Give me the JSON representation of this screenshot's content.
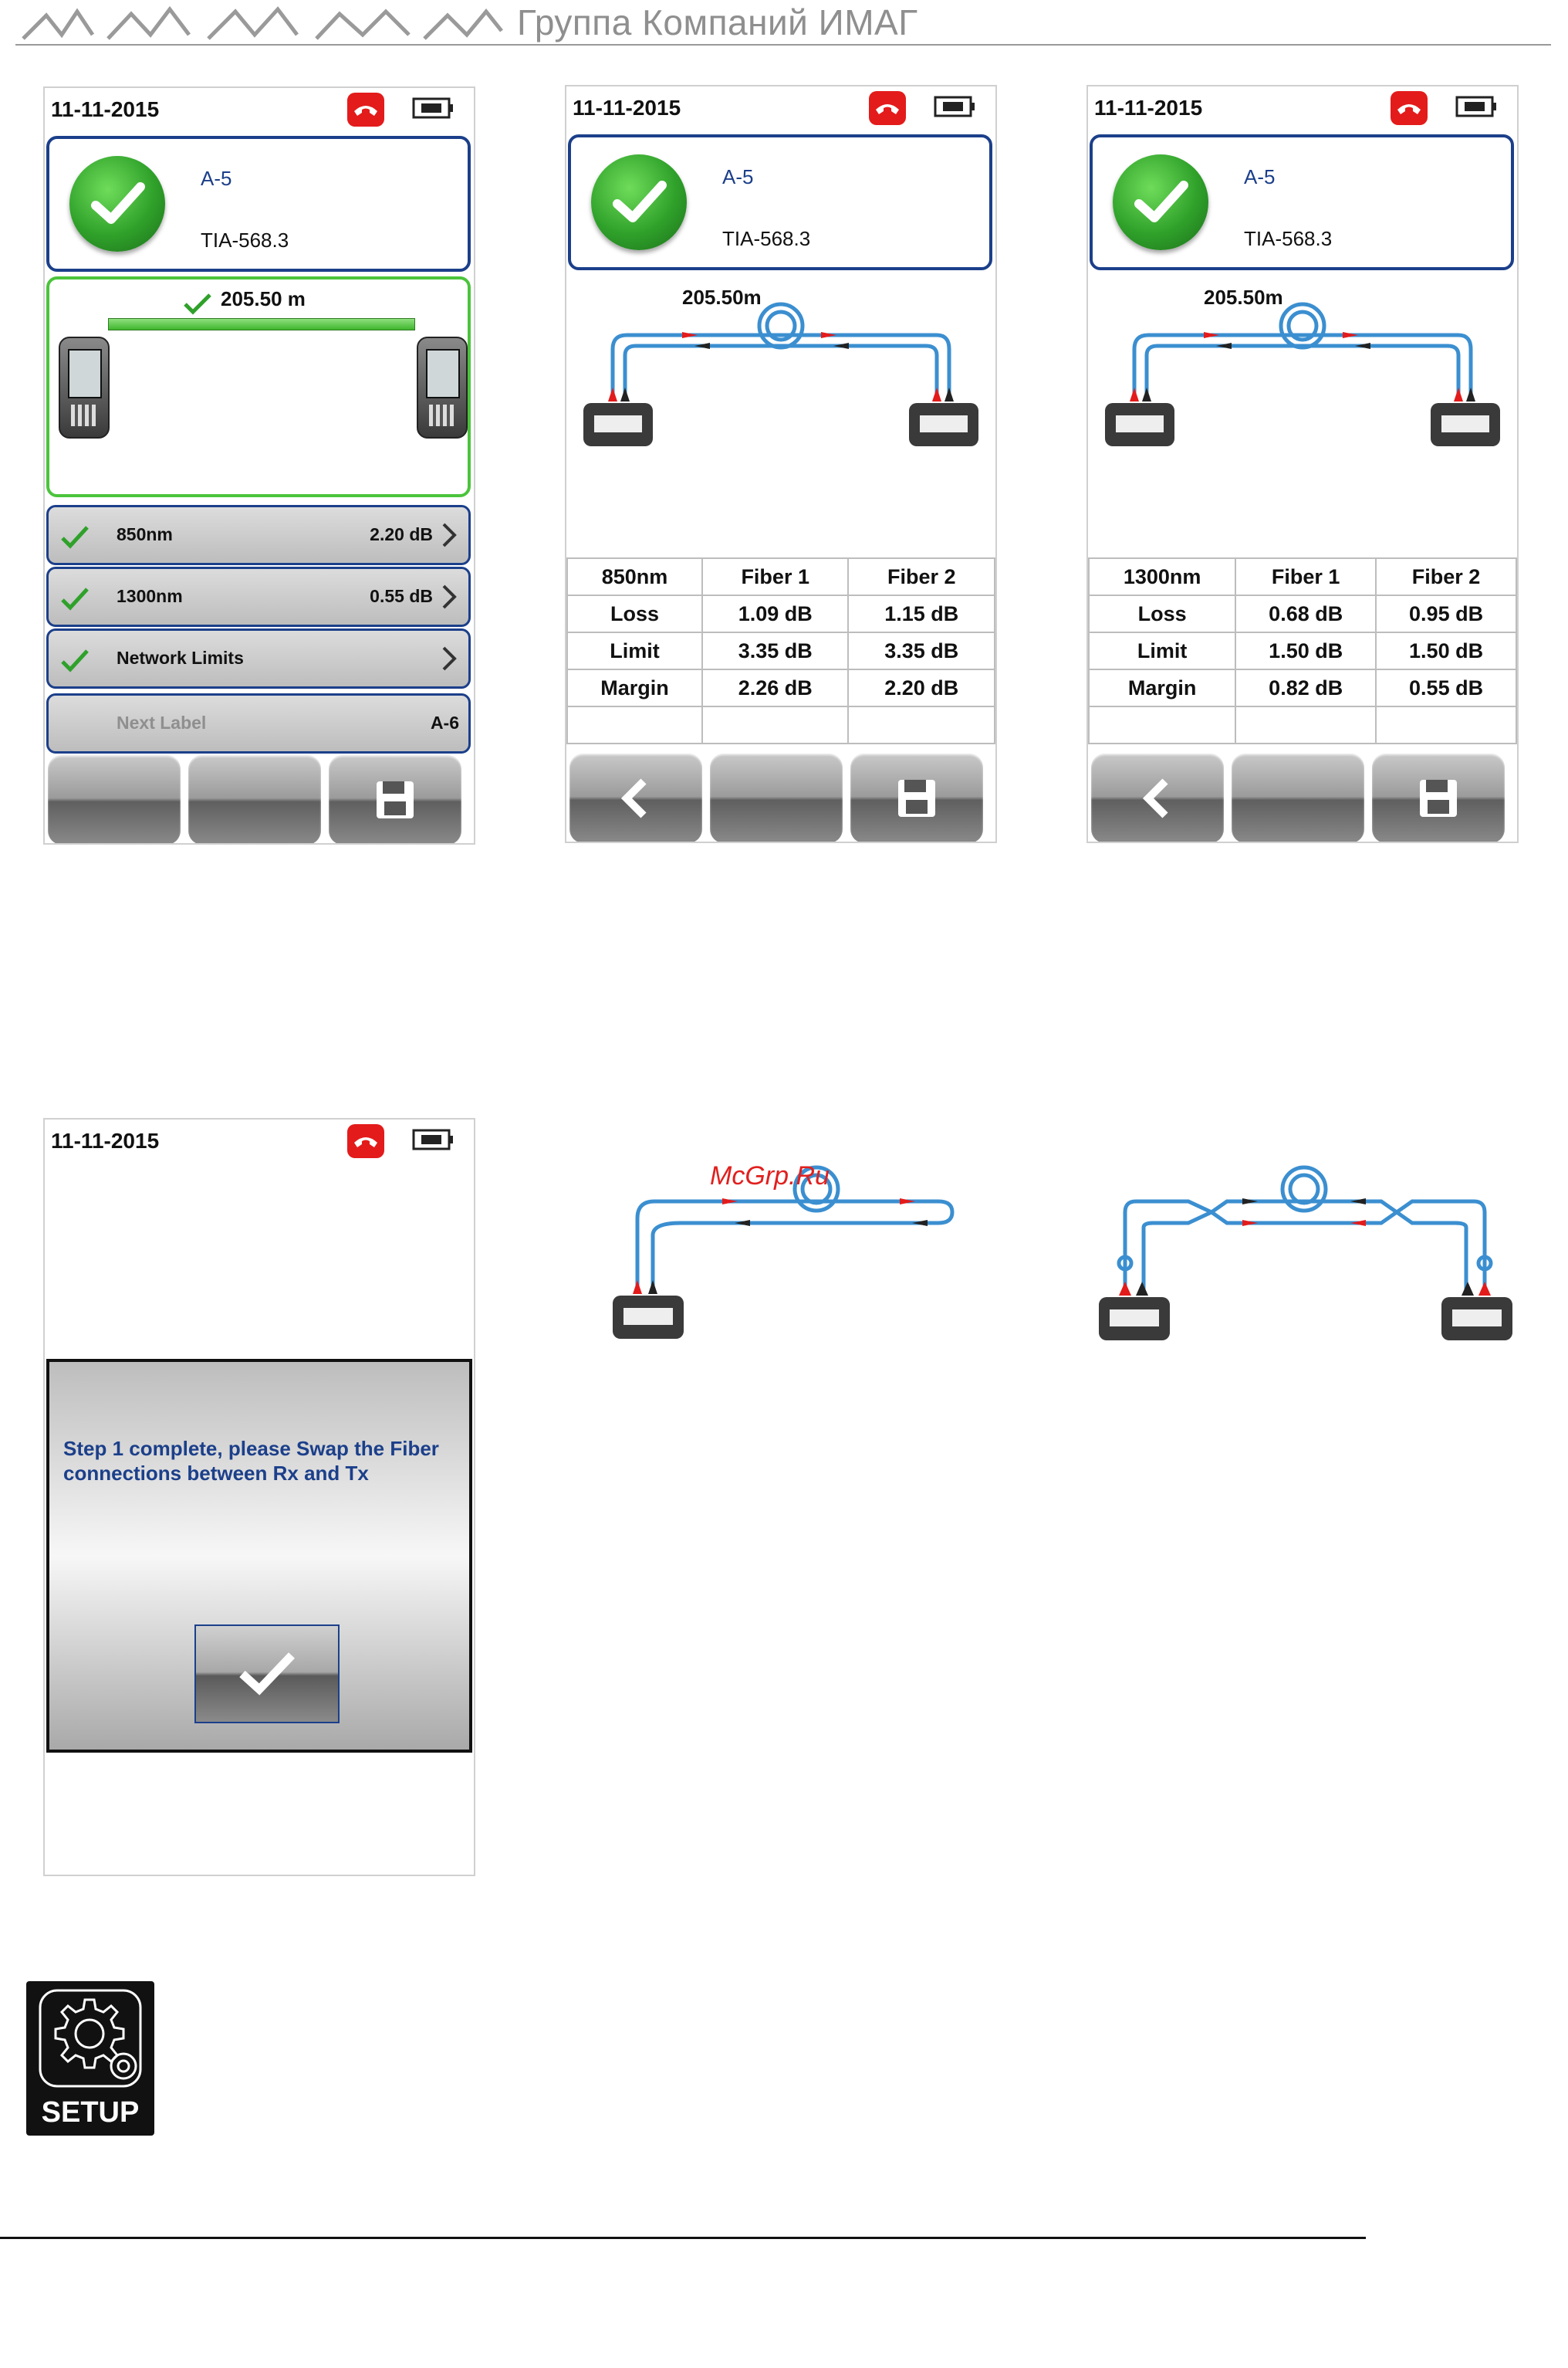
{
  "header": {
    "company": "Группа Компаний ИМАГ"
  },
  "status": {
    "date": "11-11-2015"
  },
  "result": {
    "label": "A-5",
    "standard": "TIA-568.3"
  },
  "summary": {
    "cable_length": "205.50 m",
    "rows": [
      {
        "label": "850nm",
        "value": "2.20 dB"
      },
      {
        "label": "1300nm",
        "value": "0.55 dB"
      },
      {
        "label": "Network Limits",
        "value": ""
      }
    ],
    "next_label": {
      "label": "Next Label",
      "value": "A-6"
    }
  },
  "diagram_length": "205.50m",
  "table_850": {
    "headers": [
      "850nm",
      "Fiber 1",
      "Fiber 2"
    ],
    "rows": [
      [
        "Loss",
        "1.09 dB",
        "1.15 dB"
      ],
      [
        "Limit",
        "3.35 dB",
        "3.35 dB"
      ],
      [
        "Margin",
        "2.26 dB",
        "2.20 dB"
      ]
    ]
  },
  "table_1300": {
    "headers": [
      "1300nm",
      "Fiber 1",
      "Fiber 2"
    ],
    "rows": [
      [
        "Loss",
        "0.68 dB",
        "0.95 dB"
      ],
      [
        "Limit",
        "1.50 dB",
        "1.50 dB"
      ],
      [
        "Margin",
        "0.82 dB",
        "0.55 dB"
      ]
    ]
  },
  "swap_dialog": {
    "message": "Step 1 complete, please Swap the Fiber connections between Rx and Tx"
  },
  "watermark": "McGrp.Ru",
  "setup_icon": {
    "label": "SETUP"
  },
  "icons": {
    "phone": "phone-hangup-icon",
    "battery": "battery-icon",
    "check": "check-icon",
    "back": "back-arrow-icon",
    "save": "floppy-disk-icon",
    "chevron": "chevron-right-icon",
    "gear": "gear-icon"
  },
  "colors": {
    "accent_blue": "#1b3f8a",
    "pass_green": "#3fb52d",
    "alert_red": "#e31b1b",
    "fiber_blue": "#3b8fd0"
  }
}
